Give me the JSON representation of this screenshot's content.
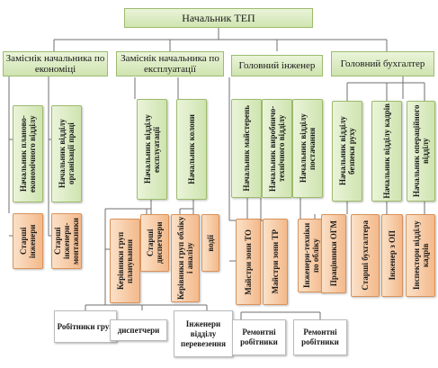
{
  "diagram": {
    "root": "Начальник ТЕП",
    "level1": [
      "Заміснік начальника по економіці",
      "Заміснік начальника по експлуатації",
      "Головний інженер",
      "Головний бухгалтер"
    ],
    "level2": [
      "Начальник планово-економічного відділу",
      "Начальник відділу організації праці",
      "Начальник відділу експлуатації",
      "Начальник колони",
      "Начальник майстерень",
      "Начальник виробничо-технічного відділу",
      "Начальник відділу постачання",
      "Начальник відділу безпеки руху",
      "Начальник відділу кадрів",
      "Начальник операційного відділу"
    ],
    "level3": [
      "Старші інженери",
      "Старші інженери-монтажники",
      "Керівники груп планування",
      "Старші диспетчери",
      "Керівники груп обліку і аналізу",
      "водії",
      "Майстри зони ТО",
      "Майстри зони ТР",
      "Інженери-техніки по обліку",
      "Працівники ОГМ",
      "Старші бухгалтера",
      "Інженер з ОП",
      "Інспектори відділу кадрів"
    ],
    "level4": [
      "Робітники груп",
      "диспетчери",
      "Інженери відділу перевезення",
      "Ремонтні робітники",
      "Ремонтні робітники"
    ]
  }
}
